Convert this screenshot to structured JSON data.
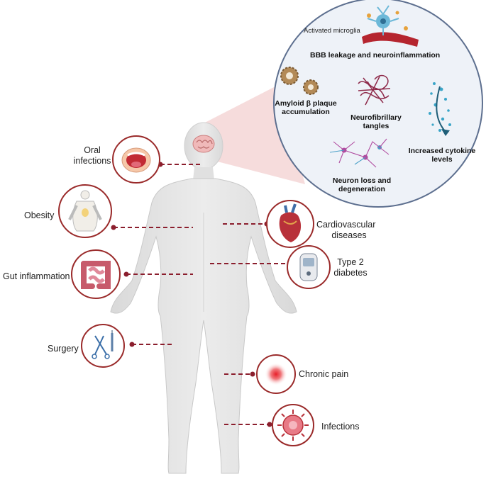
{
  "brain_panel": {
    "activated_microglia": "Activated microglia",
    "bbb": "BBB leakage and neuroinflammation",
    "amyloid_line1": "Amyloid β plaque",
    "amyloid_line2": "accumulation",
    "tangles_line1": "Neurofibrillary",
    "tangles_line2": "tangles",
    "cytokine_line1": "Increased cytokine",
    "cytokine_line2": "levels",
    "neuron_line1": "Neuron loss and",
    "neuron_line2": "degeneration"
  },
  "risk_factors": {
    "oral_line1": "Oral",
    "oral_line2": "infections",
    "obesity": "Obesity",
    "gut": "Gut inflammation",
    "surgery": "Surgery",
    "cardio_line1": "Cardiovascular",
    "cardio_line2": "diseases",
    "diabetes_line1": "Type 2",
    "diabetes_line2": "diabetes",
    "chronic_pain": "Chronic pain",
    "infections": "Infections"
  },
  "colors": {
    "circle_border": "#9a2a2a",
    "connector": "#8b1e2d",
    "panel_bg": "#eef2f8",
    "panel_border": "#5d6f8f",
    "body_fill": "#e4e4e4"
  }
}
